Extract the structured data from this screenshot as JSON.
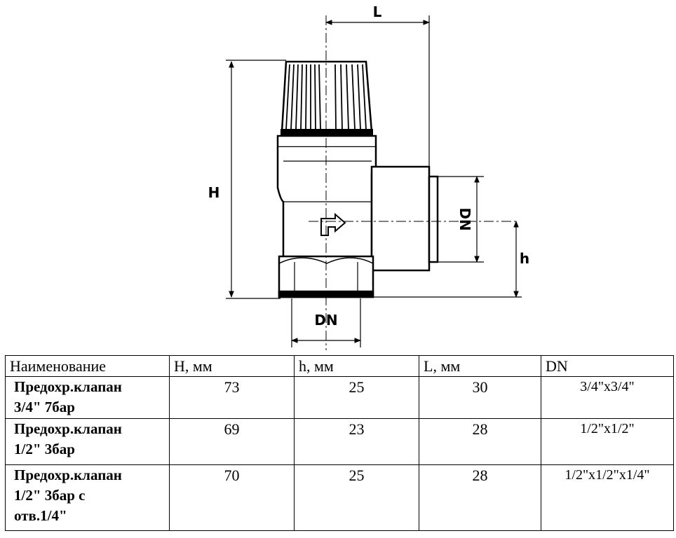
{
  "drawing": {
    "labels": {
      "L": "L",
      "H": "H",
      "h": "h",
      "dn_bottom": "DN",
      "dn_right": "DN"
    }
  },
  "table": {
    "headers": [
      "Наименование",
      "H, мм",
      "h, мм",
      "L, мм",
      "DN"
    ],
    "rows": [
      {
        "name_line1": "Предохр.клапан",
        "name_line2": "3/4\" 7бар",
        "name_line3": "",
        "H": "73",
        "h": "25",
        "L": "30",
        "DN": "3/4\"x3/4\""
      },
      {
        "name_line1": "Предохр.клапан",
        "name_line2": "1/2\" 3бар",
        "name_line3": "",
        "H": "69",
        "h": "23",
        "L": "28",
        "DN": "1/2\"x1/2\""
      },
      {
        "name_line1": "Предохр.клапан",
        "name_line2": "1/2\" 3бар с",
        "name_line3": "отв.1/4\"",
        "H": "70",
        "h": "25",
        "L": "28",
        "DN": "1/2\"x1/2\"x1/4\""
      }
    ]
  }
}
